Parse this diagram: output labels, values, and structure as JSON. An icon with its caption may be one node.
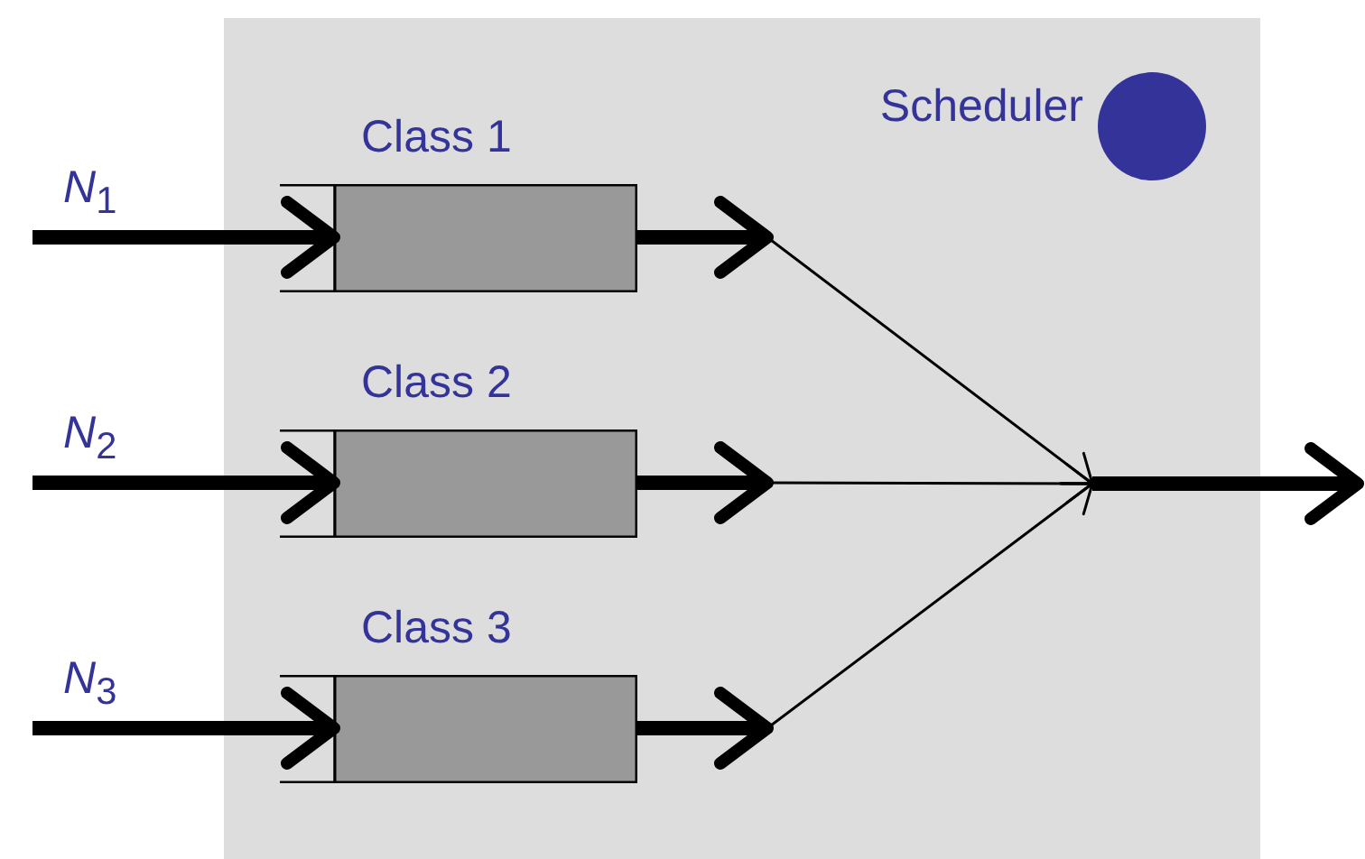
{
  "diagram": {
    "nodes": [
      {
        "text": [],
        "shape": "box"
      },
      {
        "text": [
          "Class 1"
        ],
        "in": 0
      },
      {
        "text": [
          "Class 2"
        ],
        "in": 0
      },
      {
        "text": [
          "Class 3"
        ],
        "in": 0
      },
      {
        "text": [],
        "shape": "circle",
        "in": 0,
        "beside": [
          "Scheduler"
        ]
      },
      {
        "text": [],
        "shape": "point",
        "in": 0
      }
    ],
    "edges": [
      {
        "from": null,
        "to": 1,
        "arrow": "to",
        "label": "*N*$_{1}$"
      },
      {
        "from": null,
        "to": 2,
        "arrow": "to",
        "label": "*N*$_{2}$"
      },
      {
        "from": null,
        "to": 3,
        "arrow": "to",
        "label": "*N*$_{3}$"
      },
      {
        "from": 1,
        "to": 5,
        "arrow": "to"
      },
      {
        "from": 2,
        "to": 5,
        "arrow": "to"
      },
      {
        "from": 3,
        "to": 5,
        "arrow": "to"
      },
      {
        "from": 5,
        "to": null,
        "arrow": "to"
      }
    ]
  }
}
